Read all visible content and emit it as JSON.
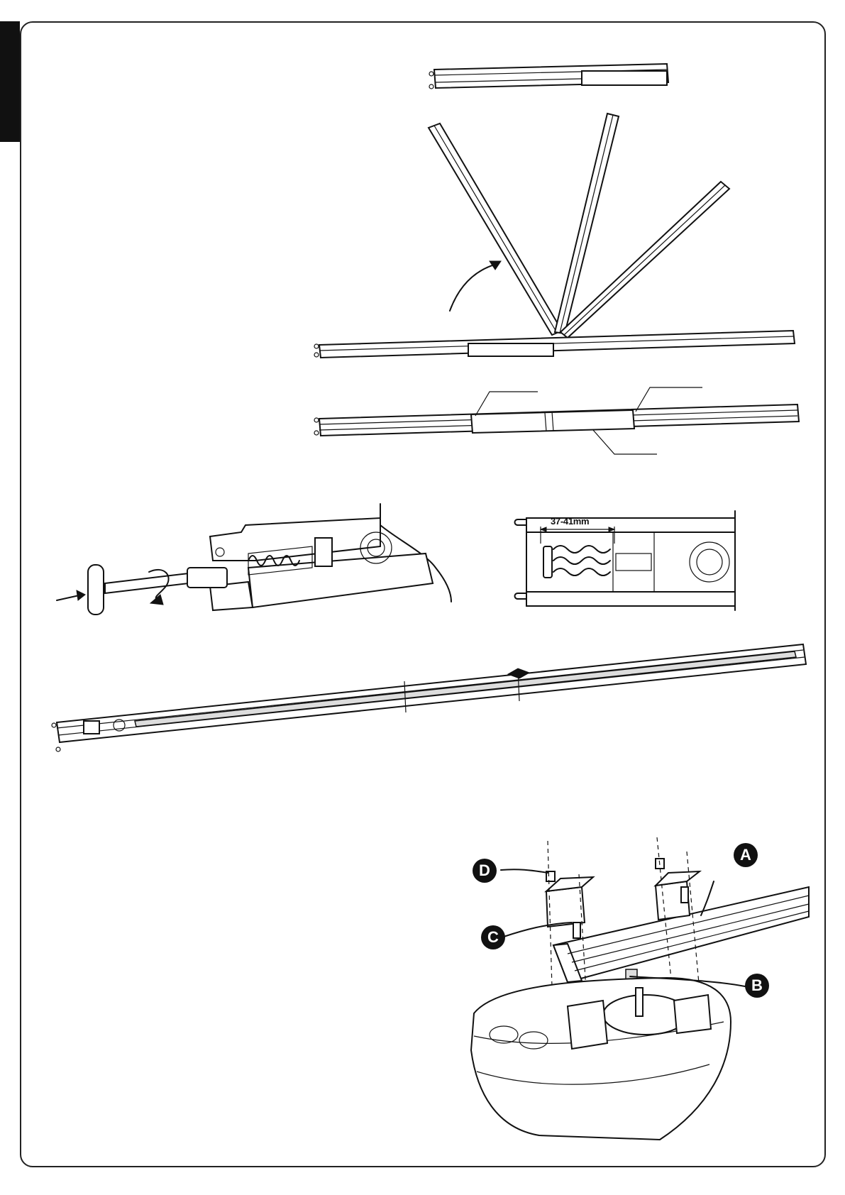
{
  "page": {
    "dimension_label": "37-41mm",
    "callouts": {
      "a": "A",
      "b": "B",
      "c": "C",
      "d": "D"
    },
    "colors": {
      "ink": "#111111",
      "paper": "#ffffff"
    }
  }
}
